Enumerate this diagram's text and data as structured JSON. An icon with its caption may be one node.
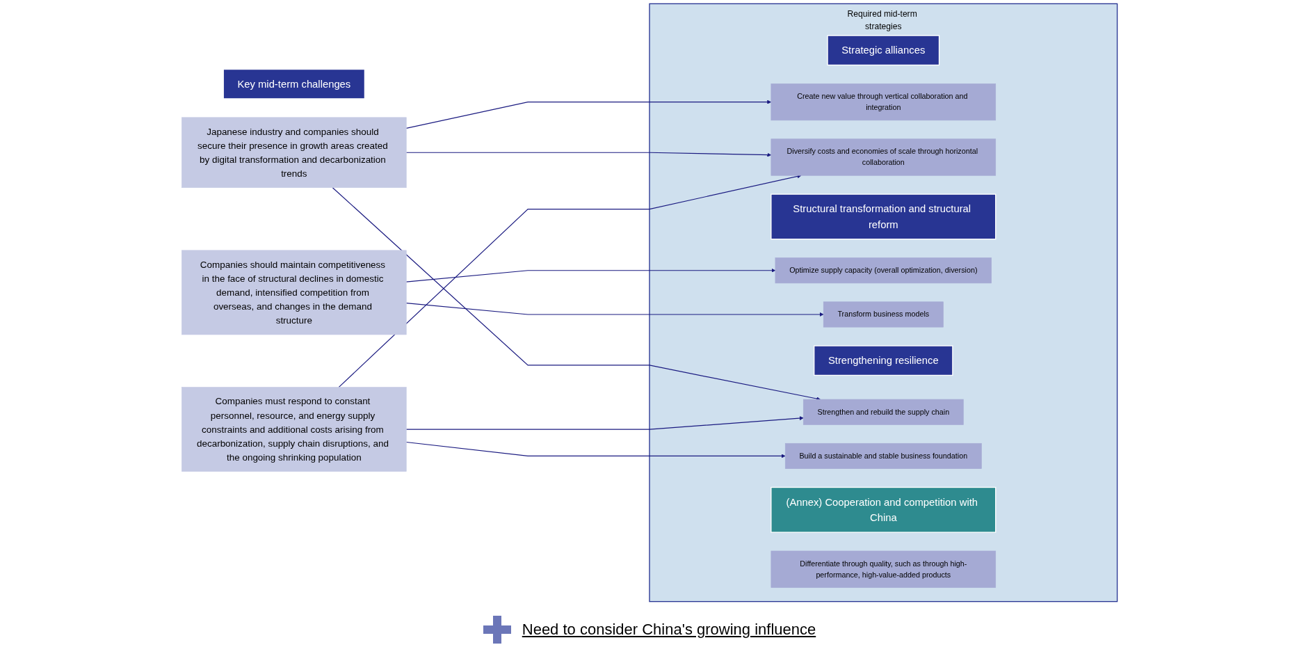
{
  "diagram": {
    "nodes": [
      {
        "text": [
          "Key mid-term challenges"
        ]
      },
      {
        "text": [
          "Japanese industry and companies should secure their presence in growth areas created by digital transformation and decarbonization trends"
        ]
      },
      {
        "text": [
          "Companies should maintain competitiveness in the face of structural declines in domestic demand, intensified competition from overseas, and changes in the demand structure"
        ]
      },
      {
        "text": [
          "Companies must respond to constant personnel, resource, and energy supply constraints and additional costs arising from decarbonization, supply chain disruptions, and the ongoing shrinking population"
        ]
      },
      {
        "text": [
          "Required mid-term strategies"
        ]
      },
      {
        "text": [
          "Strategic alliances"
        ],
        "in": 4
      },
      {
        "text": [
          "Create new value through vertical collaboration and integration"
        ],
        "in": 4
      },
      {
        "text": [
          "Diversify costs and economies of scale through horizontal collaboration"
        ],
        "in": 4
      },
      {
        "text": [
          "Structural transformation and structural reform"
        ],
        "in": 4
      },
      {
        "text": [
          "Optimize supply capacity (overall optimization, diversion)"
        ],
        "in": 4
      },
      {
        "text": [
          "Transform business models"
        ],
        "in": 4
      },
      {
        "text": [
          "Strengthening resilience"
        ],
        "in": 4
      },
      {
        "text": [
          "Strengthen and rebuild the supply chain"
        ],
        "in": 4
      },
      {
        "text": [
          "Build a sustainable and stable business foundation"
        ],
        "in": 4
      },
      {
        "text": [
          "(Annex) Cooperation and competition with China"
        ],
        "in": 4
      },
      {
        "text": [
          "Differentiate through quality, such as through high-performance, high-value-added products"
        ],
        "in": 4
      }
    ],
    "edges": [
      {
        "from": 1,
        "to": 6,
        "arrow": "to"
      },
      {
        "from": 1,
        "to": 7,
        "arrow": "to"
      },
      {
        "from": 1,
        "to": 12,
        "arrow": "to"
      },
      {
        "from": 2,
        "to": 9,
        "arrow": "to"
      },
      {
        "from": 2,
        "to": 10,
        "arrow": "to"
      },
      {
        "from": 3,
        "to": 7,
        "arrow": "to"
      },
      {
        "from": 3,
        "to": 12,
        "arrow": "to"
      },
      {
        "from": 3,
        "to": 13,
        "arrow": "to"
      }
    ],
    "labels": [
      "Need to consider China's growing influence"
    ]
  }
}
